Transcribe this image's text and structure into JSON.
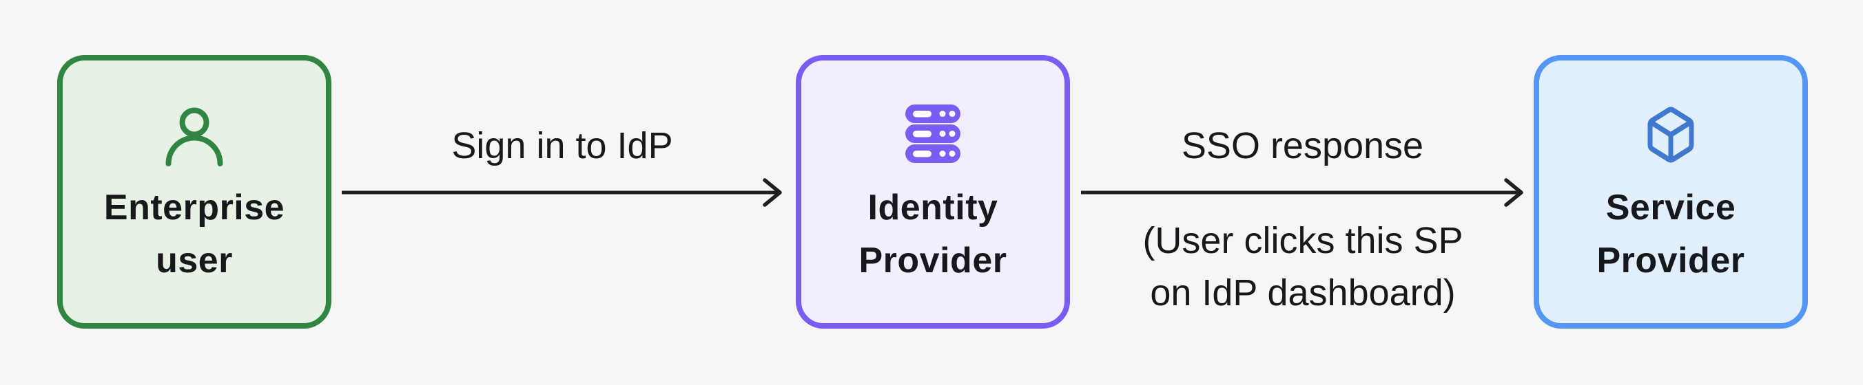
{
  "diagram": {
    "colors": {
      "background": "#f5f6f5",
      "text": "#17181b",
      "arrow": "#1d1f21"
    },
    "nodes": [
      {
        "id": "enterprise-user",
        "lines": [
          "Enterprise",
          "user"
        ],
        "icon": "user-icon",
        "border_color": "#308542",
        "fill_color": "#e6f2e3",
        "icon_color": "#308542"
      },
      {
        "id": "identity-provider",
        "lines": [
          "Identity",
          "Provider"
        ],
        "icon": "server-icon",
        "border_color": "#7b5cf2",
        "fill_color": "#f3eefb",
        "icon_color": "#7b5cf2"
      },
      {
        "id": "service-provider",
        "lines": [
          "Service",
          "Provider"
        ],
        "icon": "cube-icon",
        "border_color": "#5596f4",
        "fill_color": "#e1effd",
        "icon_color": "#3f78cc"
      }
    ],
    "edges": [
      {
        "id": "sign-in-to-idp",
        "label": "Sign in to IdP",
        "sublabel_lines": []
      },
      {
        "id": "sso-response",
        "label": "SSO response",
        "sublabel_lines": [
          "(User clicks this SP",
          "on IdP dashboard)"
        ]
      }
    ]
  }
}
